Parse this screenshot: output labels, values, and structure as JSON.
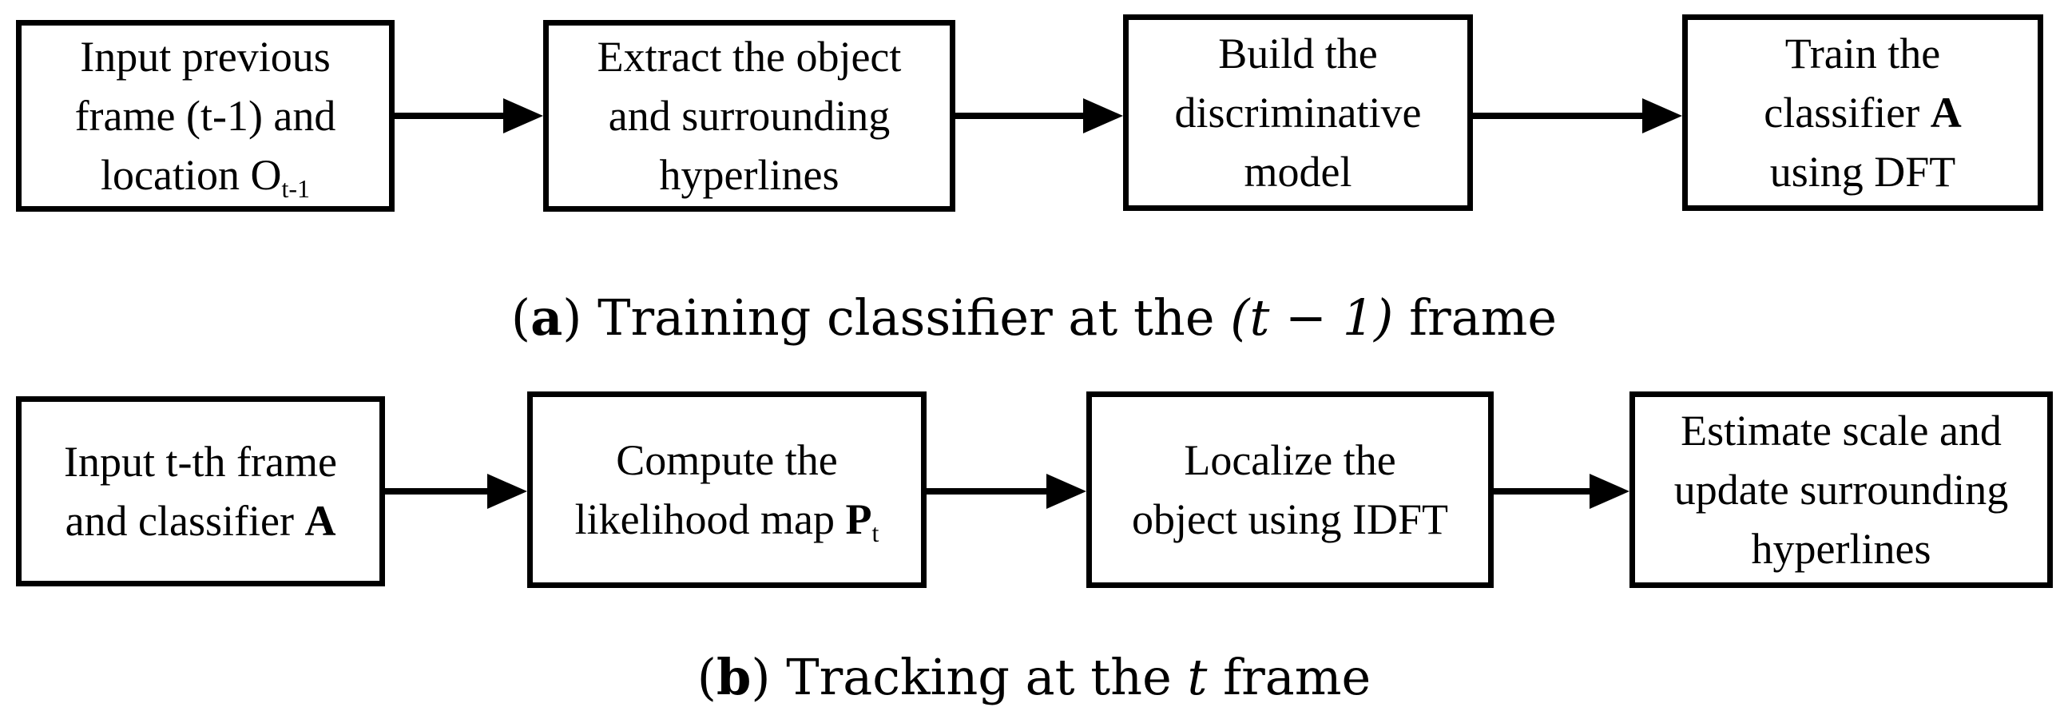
{
  "panel_a": {
    "boxes": [
      {
        "lines": [
          "Input previous",
          "frame (t-1) and"
        ],
        "last_line_text": "location O",
        "last_line_sub": "t-1"
      },
      {
        "lines": [
          "Extract the object",
          "and surrounding",
          "hyperlines"
        ]
      },
      {
        "lines": [
          "Build the",
          "discriminative",
          "model"
        ]
      },
      {
        "lines": [
          "Train the"
        ],
        "mid_line_text": "classifier ",
        "mid_line_bold": "A",
        "end_line": "using DFT"
      }
    ],
    "caption": {
      "tag": "a",
      "text_before": "Training classifier at the ",
      "math": "(t − 1)",
      "text_after": " frame"
    }
  },
  "panel_b": {
    "boxes": [
      {
        "lines": [
          "Input t-th frame"
        ],
        "last_line_text": "and classifier ",
        "last_line_bold": "A"
      },
      {
        "lines": [
          "Compute the"
        ],
        "last_line_text": "likelihood map ",
        "last_line_bold": "P",
        "last_line_sub": "t"
      },
      {
        "lines": [
          "Localize the",
          "object using IDFT"
        ]
      },
      {
        "lines": [
          "Estimate scale and",
          "update surrounding",
          "hyperlines"
        ]
      }
    ],
    "caption": {
      "tag": "b",
      "text_before": "Tracking at the ",
      "math": "t",
      "text_after": " frame"
    }
  }
}
